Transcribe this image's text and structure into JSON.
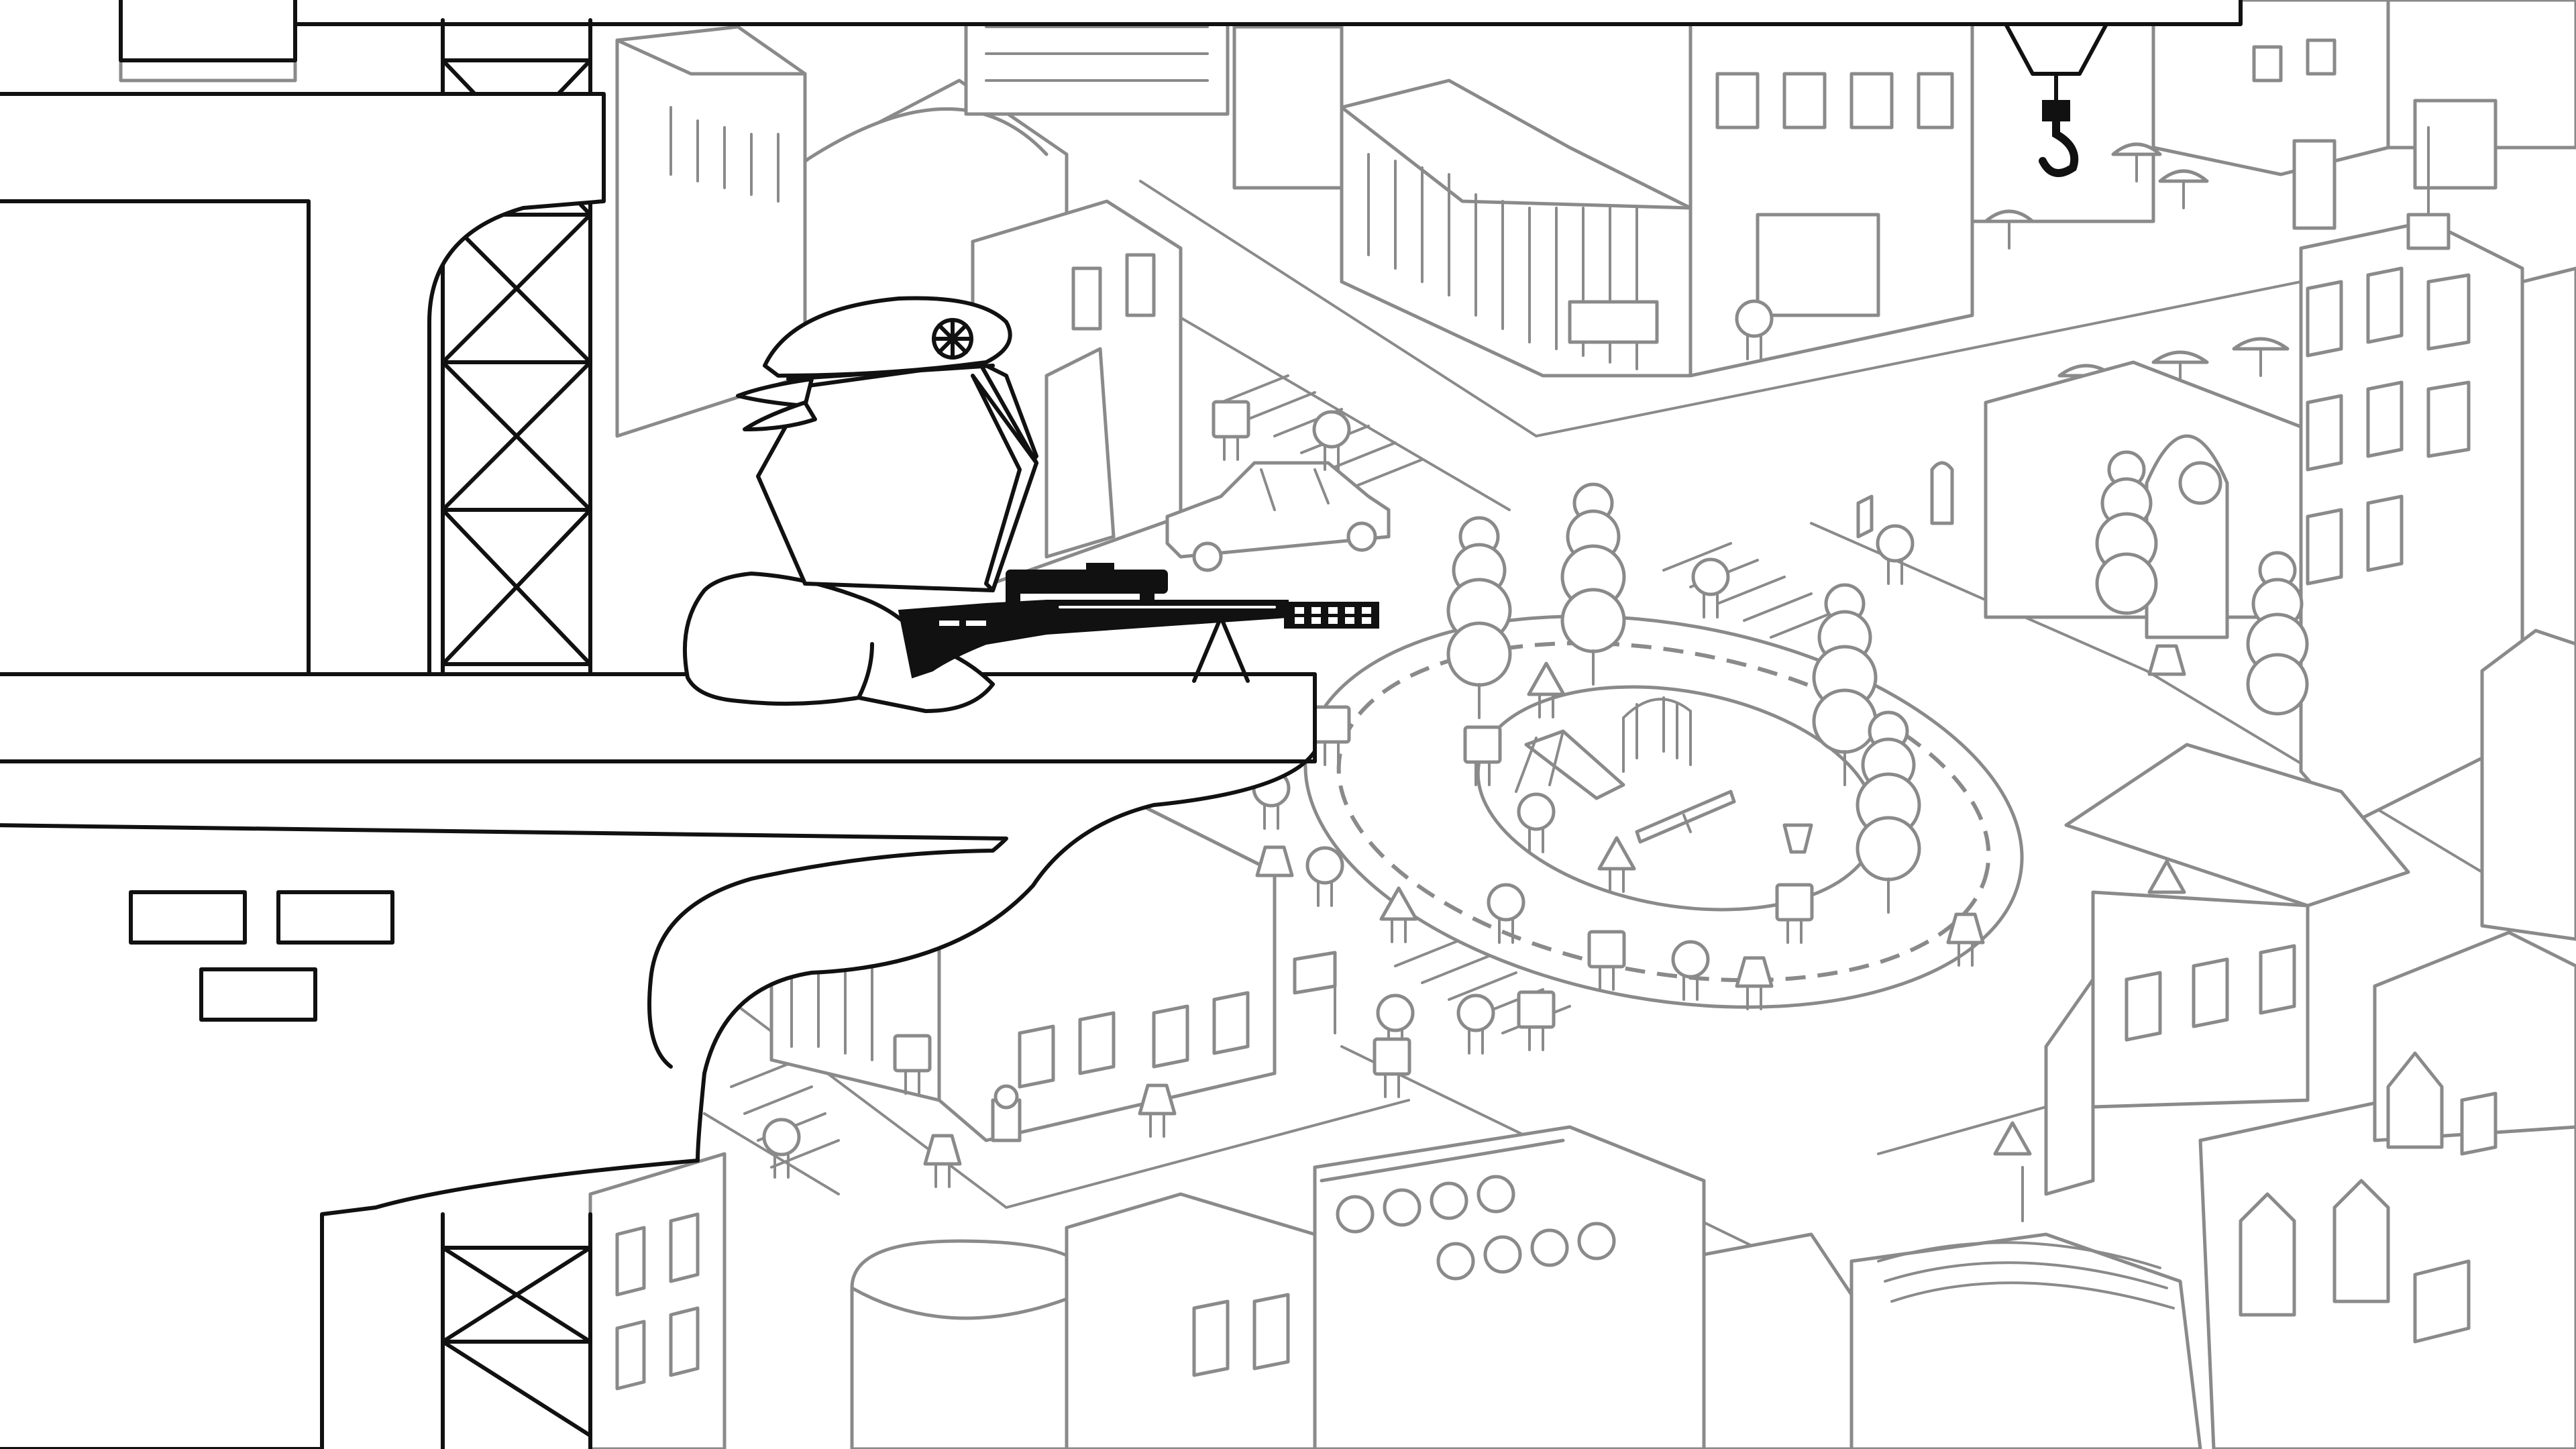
{
  "scene": {
    "kind": "isometric-city-sniper-scene",
    "palette": {
      "background": "#ffffff",
      "ink_primary": "#111111",
      "ink_background": "#8a8a8a"
    },
    "foreground": {
      "character": "sniper",
      "headwear": "beret-icon",
      "weapon": "sniper-rifle-icon",
      "perch": "crane-platform"
    },
    "background": {
      "elements": [
        "buildings",
        "park",
        "roads",
        "trees",
        "playground",
        "car",
        "pedestrians",
        "crane-hook-icon"
      ]
    }
  }
}
